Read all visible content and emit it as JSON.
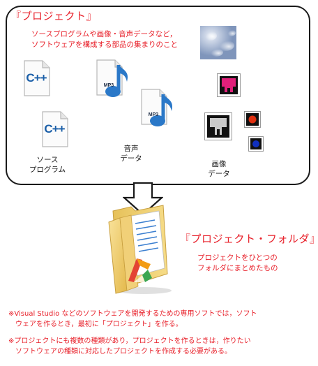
{
  "project": {
    "title": "『プロジェクト』",
    "description_lines": [
      "ソースプログラムや画像・音声データなど，",
      "ソフトウェアを構成する部品の集まりのこと"
    ],
    "file_icons": {
      "cpp_text": "C++",
      "mp3_text": "MP3"
    },
    "labels": {
      "source": [
        "ソース",
        "プログラム"
      ],
      "audio": [
        "音声",
        "データ"
      ],
      "image": [
        "画像",
        "データ"
      ]
    }
  },
  "folder": {
    "title": "『プロジェクト・フォルダ』",
    "description_lines": [
      "プロジェクトをひとつの",
      "フォルダにまとめたもの"
    ]
  },
  "notes": [
    [
      "※Visual Studio などのソフトウェアを開発するための専用ソフトでは，ソフト",
      "　ウェアを作るとき，最初に「プロジェクト」を作る。"
    ],
    [
      "※プロジェクトにも複数の種類があり，プロジェクトを作るときは，作りたい",
      "　ソフトウェアの種類に対応したプロジェクトを作成する必要がある。"
    ]
  ],
  "colors": {
    "accent": "#e8202a",
    "text": "#1a1a1a",
    "cpp_blue": "#1b5fa8",
    "mp3_blue": "#2a78c8",
    "magenta": "#e0207a",
    "image_red": "#e03010",
    "image_blue": "#1030c0"
  },
  "icons": [
    "cpp-file-icon",
    "mp3-file-icon",
    "cloud-image-icon",
    "pixel-image-icon",
    "folder-icon",
    "down-arrow-icon"
  ]
}
